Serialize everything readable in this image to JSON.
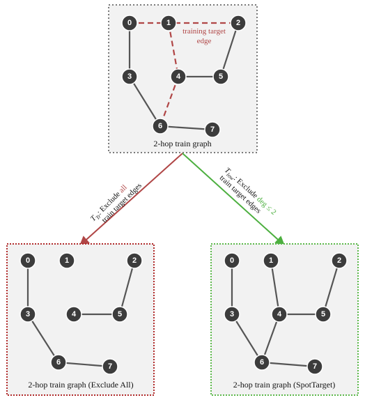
{
  "top_panel": {
    "caption": "2-hop train graph",
    "target_label_line1": "training target",
    "target_label_line2": "edge"
  },
  "left_panel": {
    "caption": "2-hop train graph (Exclude All)"
  },
  "right_panel": {
    "caption": "2-hop train graph (SpotTarget)"
  },
  "left_arrow": {
    "symbol": "T",
    "subscript": "Tr",
    "prefix": ": Exclude ",
    "highlight": "all",
    "line2": "train target edges",
    "color": "#b04646"
  },
  "right_arrow": {
    "symbol": "T",
    "subscript": "low",
    "prefix": ": Exclude ",
    "highlight": "deg ≤ 2",
    "line2": "train target edges",
    "color": "#4caf3f"
  },
  "nodes": [
    "0",
    "1",
    "2",
    "3",
    "4",
    "5",
    "6",
    "7"
  ],
  "colors": {
    "node_fill": "#3c3c3c",
    "edge": "#555555",
    "target_edge": "#b04646",
    "panel_bg": "#f2f2f2",
    "top_border": "#7a7a7a",
    "left_border": "#b02a2a",
    "right_border": "#5cb84a"
  }
}
